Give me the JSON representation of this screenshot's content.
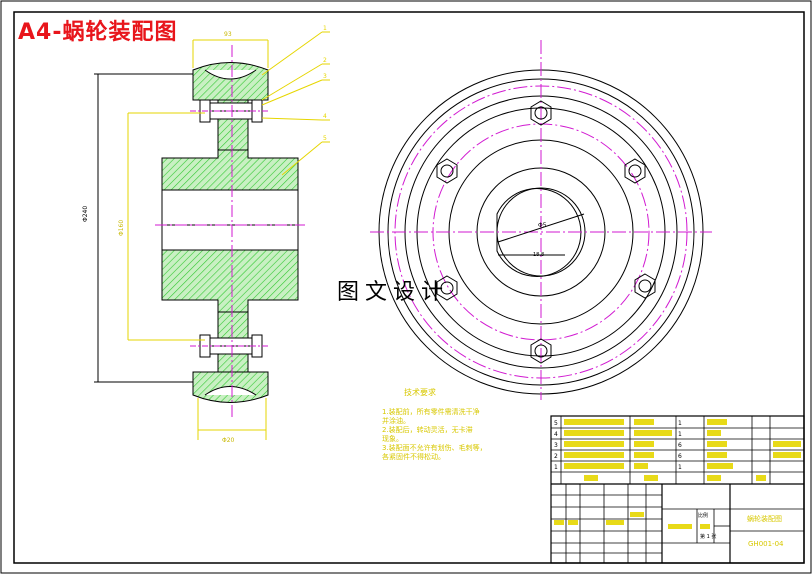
{
  "header": {
    "title": "A4-蜗轮装配图"
  },
  "watermark": {
    "text": "图文设计"
  },
  "notes": {
    "title": "技术要求",
    "lines": [
      "1.装配前，所有零件需清洗干净",
      "并涂油。",
      "2.装配后，转动灵活，无卡滞",
      "现象。",
      "3.装配面不允许有划伤、毛刺等，",
      "各紧固件不得松动。"
    ]
  },
  "dimensions": {
    "top_width": "93",
    "bottom_width": "Φ20",
    "left_dia": "Φ240",
    "inner_dia": "Φ160",
    "bore": "Φ5",
    "key_label": "18.8"
  },
  "title_block": {
    "drawing_name": "蜗轮装配图",
    "drawing_no": "GH001-04",
    "scale_label": "比例",
    "sheet_label": "第 1 张"
  },
  "colors": {
    "hatch": "#32c832",
    "center": "#d11ad1",
    "dim": "#e6d600",
    "line": "#000000"
  }
}
